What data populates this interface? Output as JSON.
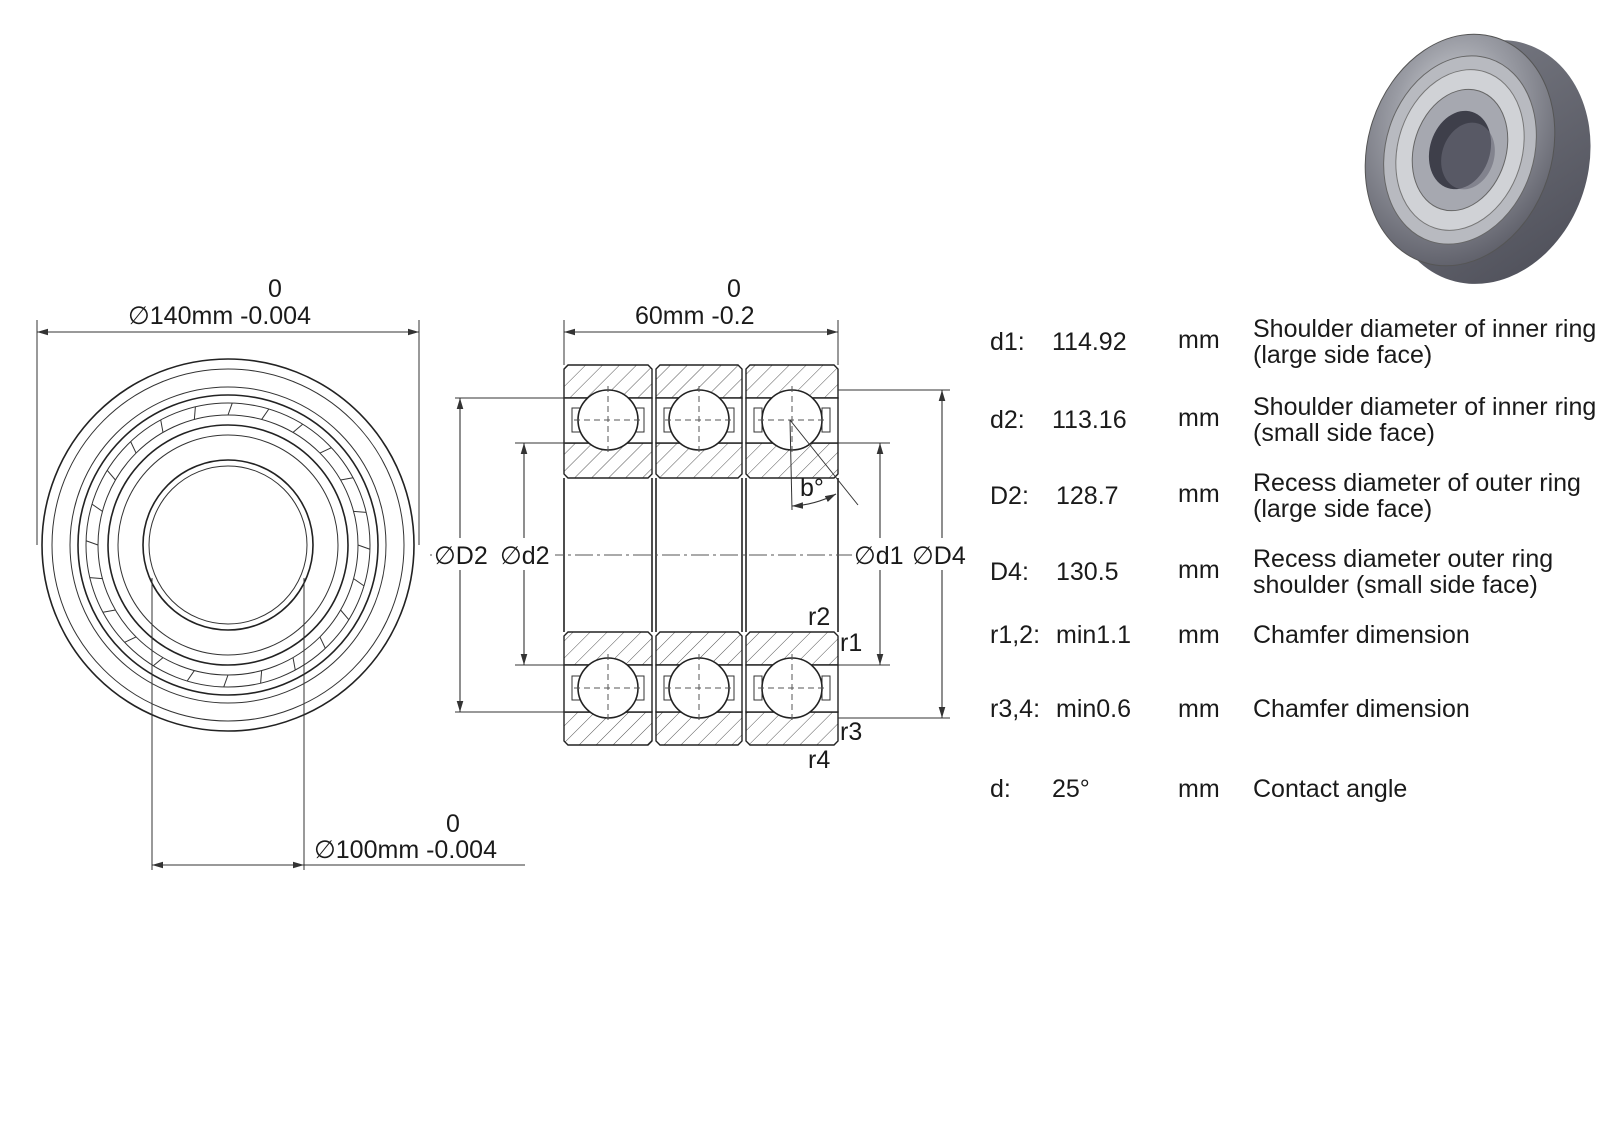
{
  "front_view": {
    "outer_dia_label": "∅140mm -0.004",
    "outer_tol_upper": "0",
    "inner_dia_label": "∅100mm -0.004",
    "inner_tol_upper": "0"
  },
  "section_view": {
    "width_label": "60mm -0.2",
    "width_tol_upper": "0",
    "label_D2": "∅D2",
    "label_d2": "∅d2",
    "label_d1": "∅d1",
    "label_D4": "∅D4",
    "label_r1": "r1",
    "label_r2": "r2",
    "label_r3": "r3",
    "label_r4": "r4",
    "label_angle": "b°"
  },
  "specs": [
    {
      "key": "d1:",
      "value": "114.92",
      "unit": "mm",
      "description": "Shoulder diameter of inner ring (large side face)"
    },
    {
      "key": "d2:",
      "value": "113.16",
      "unit": "mm",
      "description": "Shoulder diameter of inner ring (small side face)"
    },
    {
      "key": "D2:",
      "value": "128.7",
      "unit": "mm",
      "description": "Recess diameter of outer ring (large side face)"
    },
    {
      "key": "D4:",
      "value": "130.5",
      "unit": "mm",
      "description": "Recess diameter outer ring shoulder (small side face)"
    },
    {
      "key": "r1,2:",
      "value": "min1.1",
      "unit": "mm",
      "description": "Chamfer dimension"
    },
    {
      "key": "r3,4:",
      "value": "min0.6",
      "unit": "mm",
      "description": "Chamfer dimension"
    },
    {
      "key": "d:",
      "value": "25°",
      "unit": "mm",
      "description": "Contact angle"
    }
  ]
}
